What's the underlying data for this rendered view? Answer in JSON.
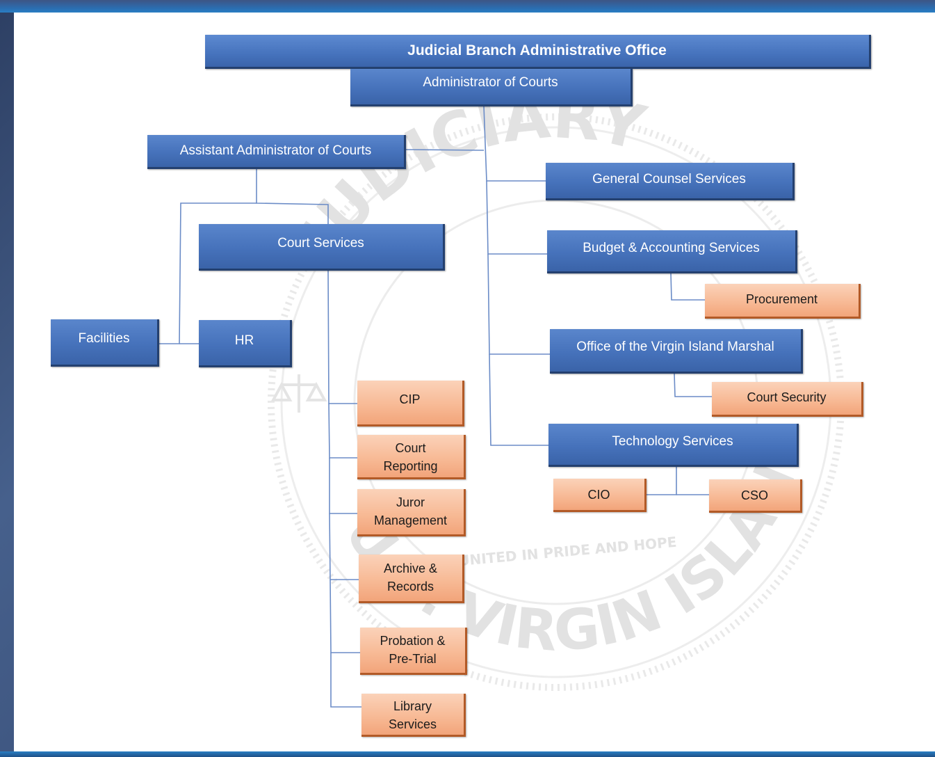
{
  "chart_data": {
    "type": "org-chart",
    "colors": {
      "management": "#4672bb",
      "unit": "#f7b893",
      "connector": "#6b8cc7",
      "frame": "#3a5079"
    },
    "watermark": {
      "top_text": "JUDICIARY",
      "bottom_text": "U.S. VIRGIN ISLANDS",
      "motto": "UNITED IN PRIDE AND HOPE"
    },
    "nodes": [
      {
        "id": "jbao",
        "label": "Judicial Branch Administrative Office",
        "style": "management"
      },
      {
        "id": "aoc",
        "label": "Administrator of Courts",
        "style": "management"
      },
      {
        "id": "aaoc",
        "label": "Assistant Administrator of Courts",
        "style": "management"
      },
      {
        "id": "court-services",
        "label": "Court Services",
        "style": "management"
      },
      {
        "id": "facilities",
        "label": "Facilities",
        "style": "management"
      },
      {
        "id": "hr",
        "label": "HR",
        "style": "management"
      },
      {
        "id": "cip",
        "label": "CIP",
        "style": "unit"
      },
      {
        "id": "court-reporting",
        "label": "Court\nReporting",
        "style": "unit"
      },
      {
        "id": "juror-management",
        "label": "Juror\nManagement",
        "style": "unit"
      },
      {
        "id": "archive-records",
        "label": "Archive &\nRecords",
        "style": "unit"
      },
      {
        "id": "probation-pretrial",
        "label": "Probation &\nPre-Trial",
        "style": "unit"
      },
      {
        "id": "library-services",
        "label": "Library\nServices",
        "style": "unit"
      },
      {
        "id": "general-counsel",
        "label": "General Counsel Services",
        "style": "management"
      },
      {
        "id": "budget-accounting",
        "label": "Budget & Accounting Services",
        "style": "management"
      },
      {
        "id": "procurement",
        "label": "Procurement",
        "style": "unit"
      },
      {
        "id": "marshal",
        "label": "Office of the Virgin Island Marshal",
        "style": "management"
      },
      {
        "id": "court-security",
        "label": "Court Security",
        "style": "unit"
      },
      {
        "id": "technology",
        "label": "Technology Services",
        "style": "management"
      },
      {
        "id": "cio",
        "label": "CIO",
        "style": "unit"
      },
      {
        "id": "cso",
        "label": "CSO",
        "style": "unit"
      }
    ],
    "edges": [
      {
        "from": "aoc",
        "to": "aaoc"
      },
      {
        "from": "aoc",
        "to": "general-counsel"
      },
      {
        "from": "aoc",
        "to": "budget-accounting"
      },
      {
        "from": "aoc",
        "to": "marshal"
      },
      {
        "from": "aoc",
        "to": "technology"
      },
      {
        "from": "aaoc",
        "to": "court-services"
      },
      {
        "from": "aaoc",
        "to": "facilities"
      },
      {
        "from": "aaoc",
        "to": "hr"
      },
      {
        "from": "court-services",
        "to": "cip"
      },
      {
        "from": "court-services",
        "to": "court-reporting"
      },
      {
        "from": "court-services",
        "to": "juror-management"
      },
      {
        "from": "court-services",
        "to": "archive-records"
      },
      {
        "from": "court-services",
        "to": "probation-pretrial"
      },
      {
        "from": "court-services",
        "to": "library-services"
      },
      {
        "from": "budget-accounting",
        "to": "procurement"
      },
      {
        "from": "marshal",
        "to": "court-security"
      },
      {
        "from": "technology",
        "to": "cio"
      },
      {
        "from": "technology",
        "to": "cso"
      }
    ]
  }
}
